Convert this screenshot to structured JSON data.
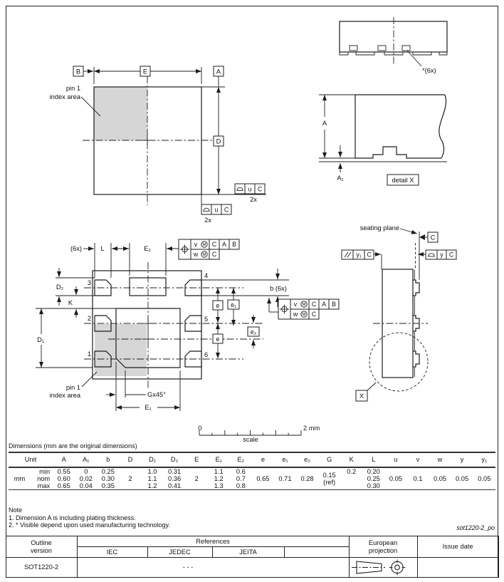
{
  "code": "sot1220-2_po",
  "sym": {
    "A": "A",
    "B": "B",
    "C": "C",
    "D": "D",
    "E": "E",
    "X": "X",
    "u": "u",
    "v": "v",
    "w": "w",
    "y": "y",
    "y1": "y₁",
    "M": "M",
    "A1": "A₁",
    "D1": "D₁",
    "D2": "D₂",
    "E1": "E₁",
    "E2": "E₂",
    "e": "e",
    "e1": "e₁",
    "e2": "e₂",
    "K": "K",
    "L": "L",
    "b6x": "b (6x)",
    "g45": "Gx45°",
    "p6x": "(6x)",
    "s6x": "*(6x)",
    "x2": "2x"
  },
  "labels": {
    "pin1a": "pin 1",
    "pin1b": "index area",
    "seating": "seating plane",
    "detailx": "detail X",
    "scale": "scale",
    "zero": "0",
    "twomm": "2 mm"
  },
  "pins": [
    "1",
    "2",
    "3",
    "4",
    "5",
    "6"
  ],
  "dimensions": {
    "caption": "Dimensions (mm are the original dimensions)",
    "unit_header": "Unit",
    "unit": "mm",
    "row_labels": [
      "min",
      "nom",
      "max"
    ],
    "columns": [
      "A",
      "A₁",
      "b",
      "D",
      "D₁",
      "D₂",
      "E",
      "E₁",
      "E₂",
      "e",
      "e₁",
      "e₂",
      "G",
      "K",
      "L",
      "u",
      "v",
      "w",
      "y",
      "y₁"
    ],
    "g": [
      "0.15",
      "(ref)"
    ],
    "rows": [
      [
        "0.55",
        "0",
        "0.25",
        "",
        "1.0",
        "0.31",
        "",
        "1.1",
        "0.6",
        "",
        "",
        "",
        "",
        "0.2",
        "0.20",
        "",
        "",
        "",
        "",
        ""
      ],
      [
        "0.60",
        "0.02",
        "0.30",
        "2",
        "1.1",
        "0.36",
        "2",
        "1.2",
        "0.7",
        "0.65",
        "0.71",
        "0.28",
        "",
        "",
        "0.25",
        "0.05",
        "0.1",
        "0.05",
        "0.05",
        "0.05"
      ],
      [
        "0.65",
        "0.04",
        "0.35",
        "",
        "1.2",
        "0.41",
        "",
        "1.3",
        "0.8",
        "",
        "",
        "",
        "",
        "",
        "0.30",
        "",
        "",
        "",
        "",
        ""
      ]
    ]
  },
  "notes": {
    "title": "Note",
    "items": [
      "1. Dimension A is including plating thickness.",
      "2. * Visible depend upon used manufacturing technology."
    ]
  },
  "footer": {
    "outline1": "Outline",
    "outline2": "version",
    "references": "References",
    "iec": "IEC",
    "jedec": "JEDEC",
    "jeita": "JEITA",
    "blank": "",
    "euro1": "European",
    "euro2": "projection",
    "issue": "Issue date",
    "outline_value": "SOT1220-2",
    "ref_value": "- - -",
    "issue_value": ""
  }
}
